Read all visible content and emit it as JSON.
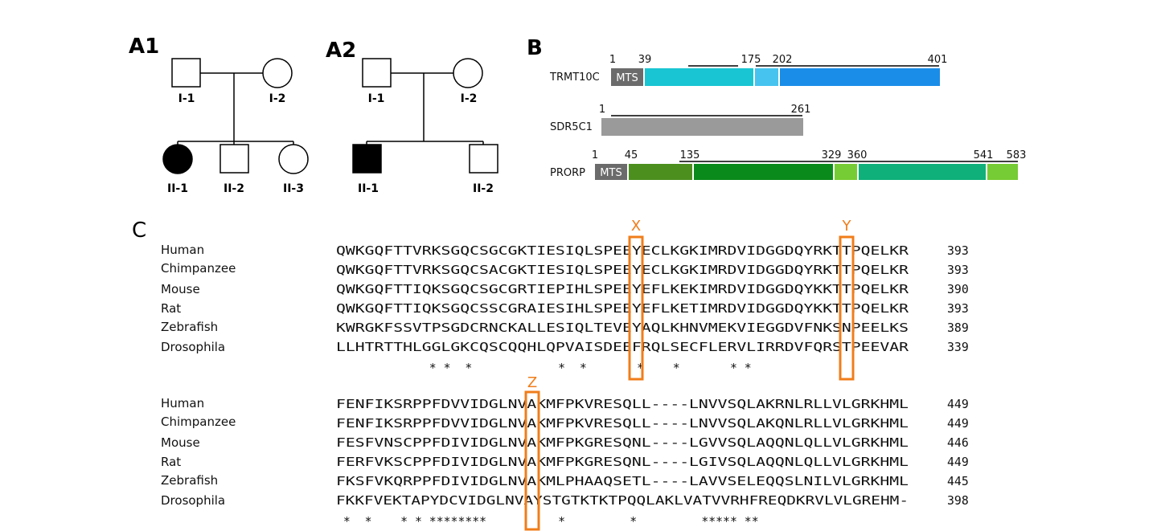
{
  "panels": {
    "a1": "A1",
    "a2": "A2",
    "b": "B",
    "c": "C"
  },
  "pedigree_a1": {
    "father": "I-1",
    "mother": "I-2",
    "child1": "II-1",
    "child2": "II-2",
    "child3": "II-3"
  },
  "pedigree_a2": {
    "father": "I-1",
    "mother": "I-2",
    "child1": "II-1",
    "child2": "II-2"
  },
  "domains": {
    "trmt10c": {
      "name": "TRMT10C",
      "mts": "MTS",
      "p1": "1",
      "p2": "39",
      "p3": "175",
      "p4": "202",
      "p5": "401"
    },
    "sdr5c1": {
      "name": "SDR5C1",
      "p1": "1",
      "p2": "261"
    },
    "prorp": {
      "name": "PRORP",
      "mts": "MTS",
      "p1": "1",
      "p2": "45",
      "p3": "135",
      "p4": "329",
      "p5": "360",
      "p6": "541",
      "p7": "583"
    },
    "colors": {
      "mts": "#6b6b6b",
      "trmt_cyan": "#19c5d2",
      "trmt_light": "#46c3ef",
      "trmt_blue": "#1a8de8",
      "sdr_gray": "#9a9a9a",
      "prorp_olive": "#4c8f1f",
      "prorp_green": "#0a8a1a",
      "prorp_lime": "#76cc34",
      "prorp_teal": "#0fb07a"
    }
  },
  "alignment": {
    "block1": {
      "rows": [
        {
          "species": "Human",
          "seq": "QWKGQFTTVRKSGQCSGCGKTIESIQLSPEEYECLKGKIMRDVIDGGDQYRKTTPQELKR",
          "num": "393"
        },
        {
          "species": "Chimpanzee",
          "seq": "QWKGQFTTVRKSGQCSACGKTIESIQLSPEEYECLKGKIMRDVIDGGDQYRKTTPQELKR",
          "num": "393"
        },
        {
          "species": "Mouse",
          "seq": "QWKGQFTTIQKSGQCSGCGRTIEPIHLSPEEYEFLKEKIMRDVIDGGDQYKKTTPQELKR",
          "num": "390"
        },
        {
          "species": "Rat",
          "seq": "QWKGQFTTIQKSGQCSSCGRAIESIHLSPEEYEFLKETIMRDVIDGGDQYKKTTPQELKR",
          "num": "393"
        },
        {
          "species": "Zebrafish",
          "seq": "KWRGKFSSVTPSGDCRNCKALLESIQLTEVEYAQLKHNVMEKVIEGGDVFNKSNPEELKS",
          "num": "389"
        },
        {
          "species": "Drosophila",
          "seq": "LLHTRTTHLGGLGKCQSCQQHLQPVAISDEEFRQLSECFLERVLIRRDVFQRSTPEEVAR",
          "num": "339"
        }
      ],
      "cons": "             * *  *            *  *       *    *       * *  ",
      "markers": [
        {
          "label": "X",
          "col": 31
        },
        {
          "label": "Y",
          "col": 53
        }
      ]
    },
    "block2": {
      "rows": [
        {
          "species": "Human",
          "seq": "FENFIKSRPPFDVVIDGLNVAKMFPKVRESQLL----LNVVSQLAKRNLRLLVLGRKHML",
          "num": "449"
        },
        {
          "species": "Chimpanzee",
          "seq": "FENFIKSRPPFDVVIDGLNVAKMFPKVRESQLL----LNVVSQLAKQNLRLLVLGRKHML",
          "num": "449"
        },
        {
          "species": "Mouse",
          "seq": "FESFVNSCPPFDIVIDGLNVAKMFPKGRESQNL----LGVVSQLAQQNLQLLVLGRKHML",
          "num": "446"
        },
        {
          "species": "Rat",
          "seq": "FERFVKSCPPFDIVIDGLNVAKMFPKGRESQNL----LGIVSQLAQQNLQLLVLGRKHML",
          "num": "449"
        },
        {
          "species": "Zebrafish",
          "seq": "FKSFVKQRPPFDIVIDGLNVAKMLPHAAQSETL----LAVVSELEQQSLNILVLGRKHML",
          "num": "445"
        },
        {
          "species": "Drosophila",
          "seq": "FKKFVEKTAPYDCVIDGLNVAYSTGTKTKTPQQLAKLVATVVRHFREQDKRVLVLGREHM-",
          "num": "398"
        }
      ],
      "cons": " *  *    * * ********          *         *         ***** ** ",
      "markers": [
        {
          "label": "Z",
          "col": 20
        }
      ]
    }
  }
}
